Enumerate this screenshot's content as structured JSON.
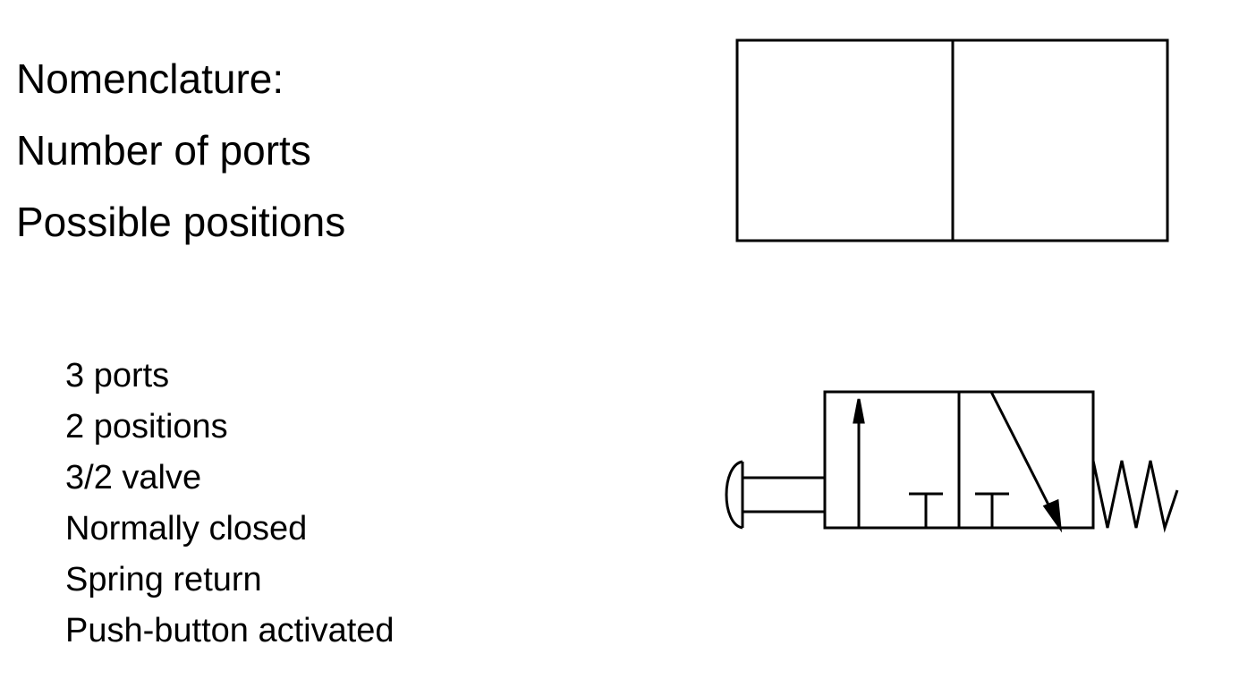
{
  "heading": {
    "lines": [
      "Nomenclature:",
      "Number of ports",
      "Possible positions"
    ]
  },
  "valve": {
    "properties": [
      "3 ports",
      "2 positions",
      "3/2 valve",
      "Normally closed",
      "Spring return",
      "Push-button activated"
    ],
    "actuator": "push-button",
    "return": "spring",
    "positions": 2,
    "ports": 3
  },
  "colors": {
    "stroke": "#000000",
    "background": "#ffffff"
  }
}
